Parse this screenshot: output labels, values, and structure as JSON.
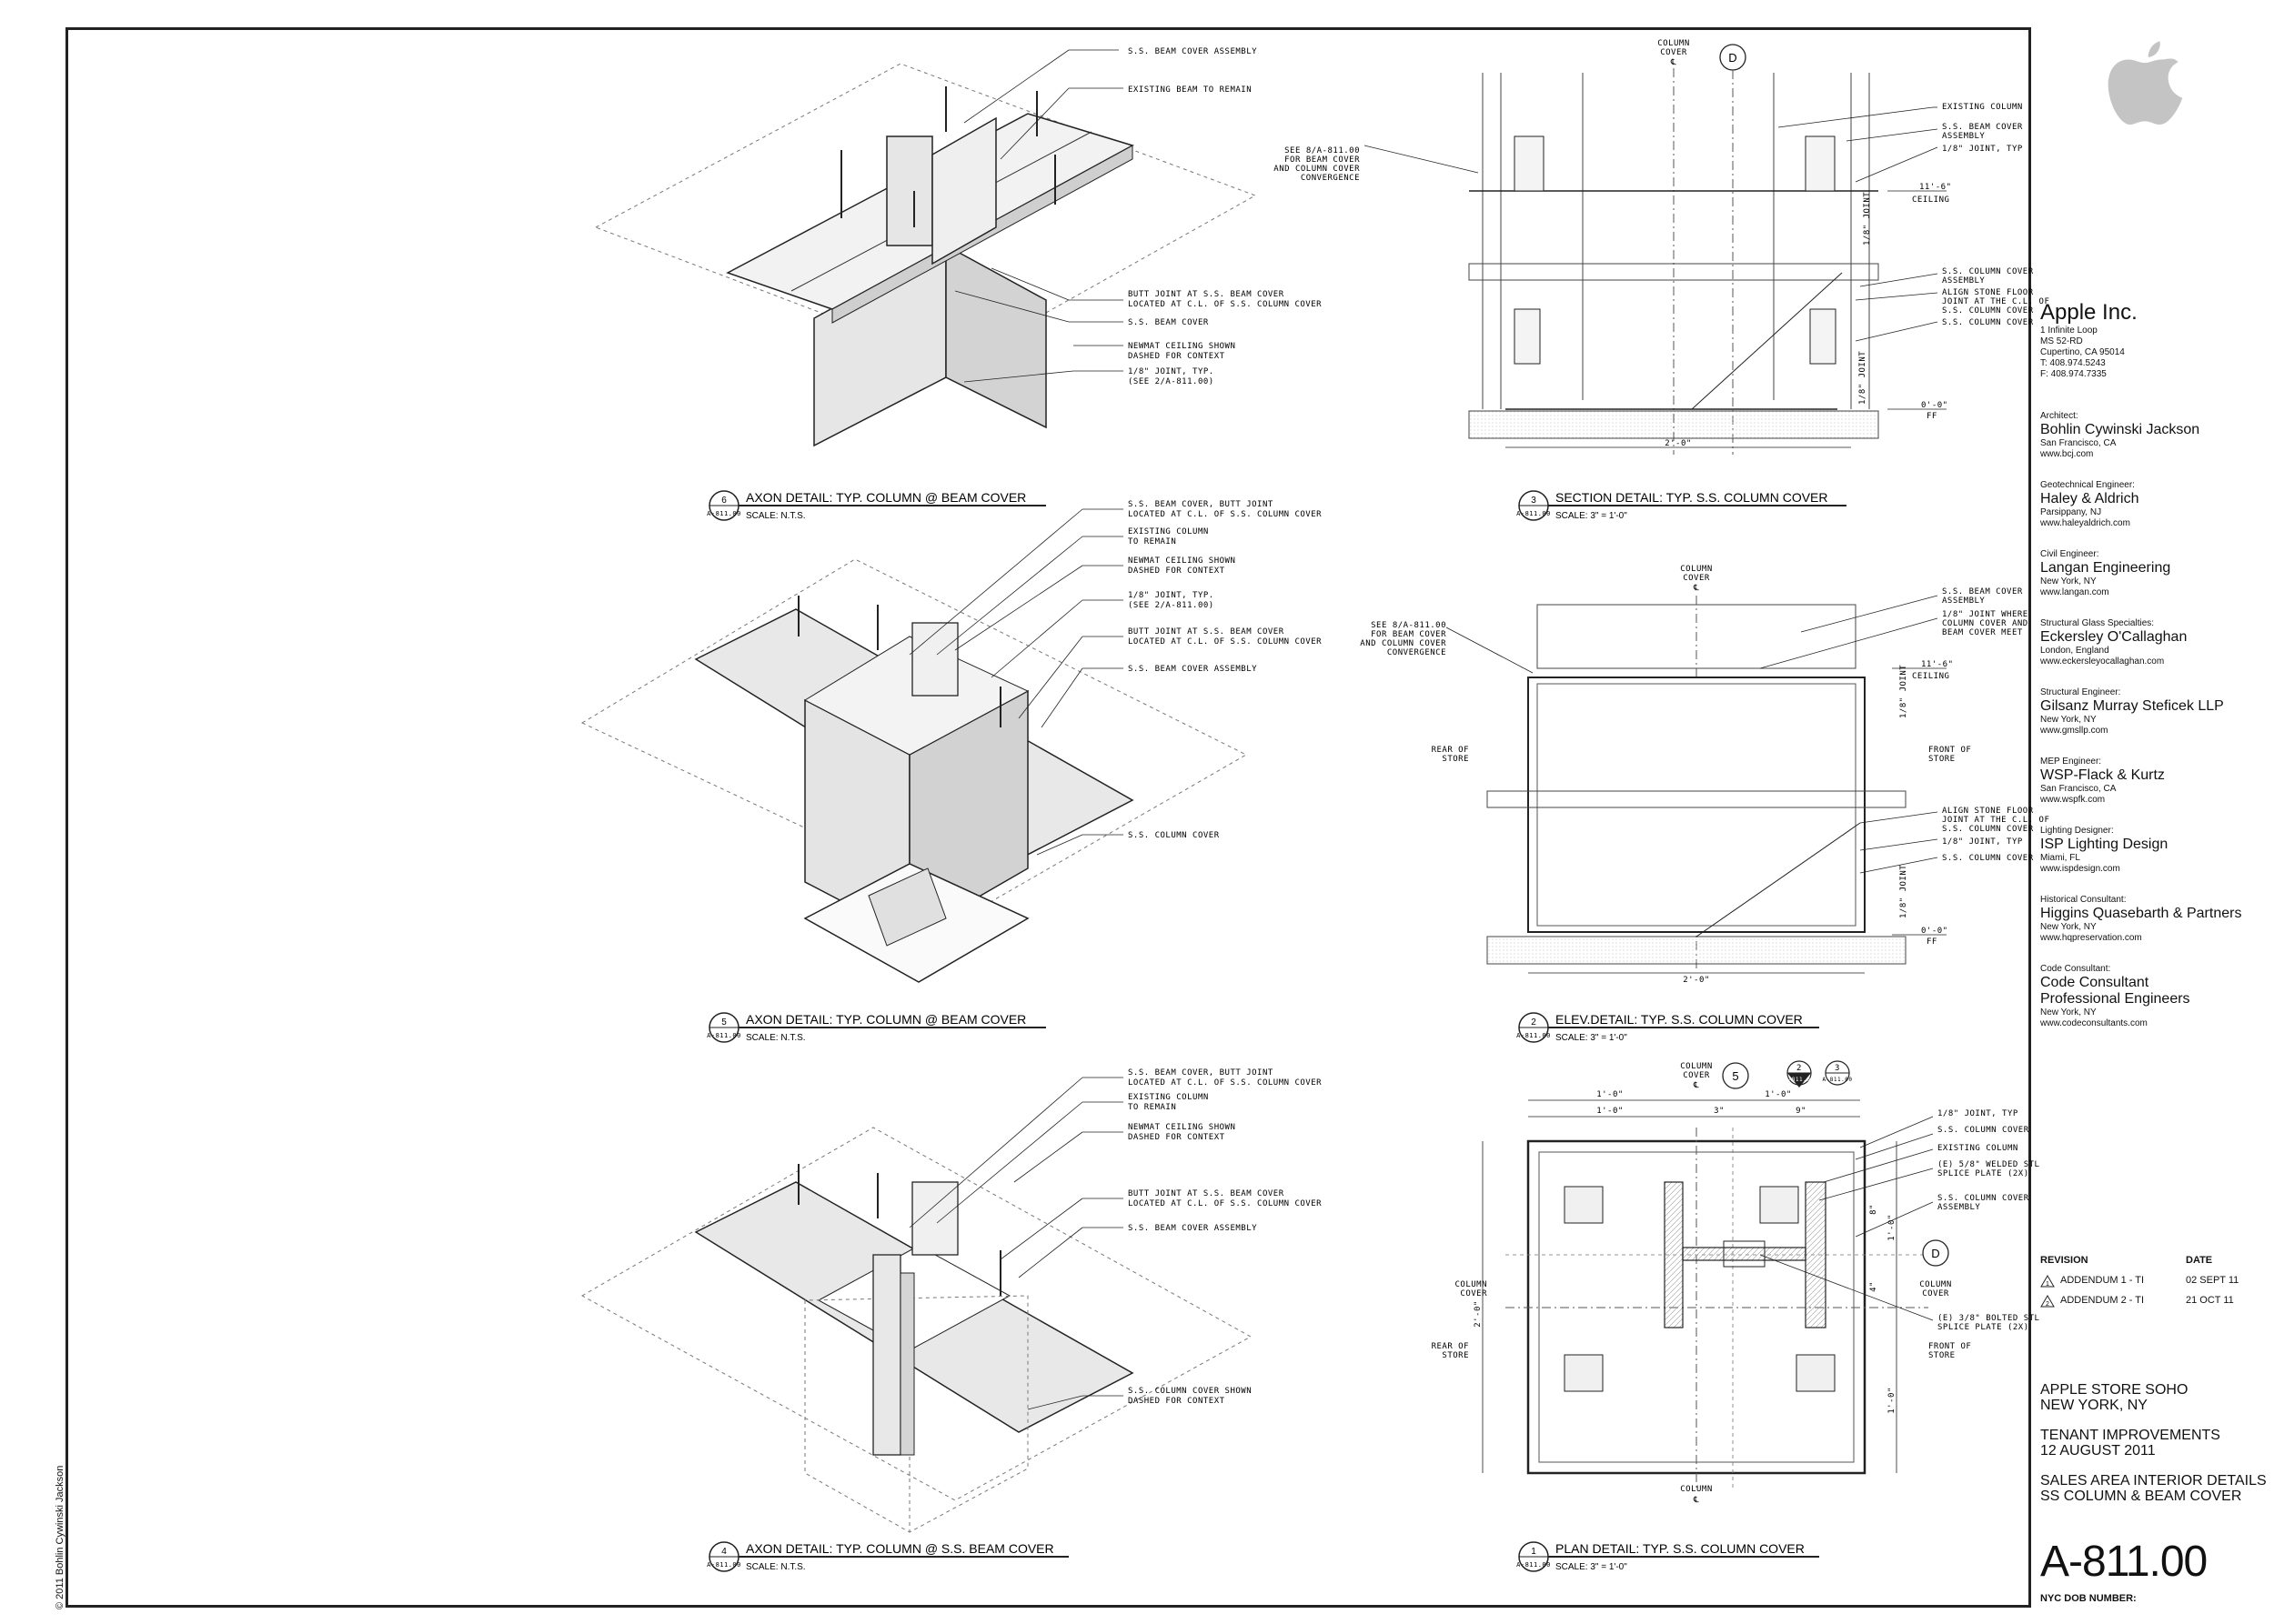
{
  "side_credit": "© 2011 Bohlin Cywinski Jackson",
  "details": [
    {
      "id": "d6",
      "number": "6",
      "ref": "A-811.00",
      "title": "AXON DETAIL: TYP. COLUMN @ BEAM COVER",
      "scale": "SCALE: N.T.S.",
      "callouts": [
        "S.S. BEAM COVER ASSEMBLY",
        "EXISTING BEAM TO REMAIN",
        "BUTT JOINT AT S.S. BEAM COVER",
        "LOCATED AT C.L. OF S.S. COLUMN COVER",
        "S.S. BEAM COVER",
        "NEWMAT CEILING SHOWN",
        "DASHED FOR CONTEXT",
        "1/8\" JOINT, TYP.",
        "(SEE 2/A-811.00)"
      ]
    },
    {
      "id": "d5",
      "number": "5",
      "ref": "A-811.00",
      "title": "AXON DETAIL: TYP. COLUMN @ BEAM COVER",
      "scale": "SCALE: N.T.S.",
      "callouts": [
        "S.S. BEAM COVER, BUTT JOINT",
        "LOCATED AT C.L. OF S.S. COLUMN COVER",
        "EXISTING COLUMN",
        "TO REMAIN",
        "NEWMAT CEILING SHOWN",
        "DASHED FOR CONTEXT",
        "1/8\" JOINT, TYP.",
        "(SEE 2/A-811.00)",
        "BUTT JOINT AT S.S. BEAM COVER",
        "LOCATED AT C.L. OF S.S. COLUMN COVER",
        "S.S. BEAM COVER ASSEMBLY",
        "S.S. COLUMN COVER"
      ]
    },
    {
      "id": "d4",
      "number": "4",
      "ref": "A-811.00",
      "title": "AXON DETAIL: TYP. COLUMN @ S.S. BEAM COVER",
      "scale": "SCALE: N.T.S.",
      "callouts": [
        "S.S. BEAM COVER, BUTT JOINT",
        "LOCATED AT C.L. OF S.S. COLUMN COVER",
        "EXISTING COLUMN",
        "TO REMAIN",
        "NEWMAT CEILING SHOWN",
        "DASHED FOR CONTEXT",
        "BUTT JOINT AT S.S. BEAM COVER",
        "LOCATED AT C.L. OF S.S. COLUMN COVER",
        "S.S. BEAM COVER ASSEMBLY",
        "S.S. COLUMN COVER SHOWN",
        "DASHED FOR CONTEXT"
      ]
    },
    {
      "id": "d3",
      "number": "3",
      "ref": "A-811.00",
      "title": "SECTION DETAIL: TYP. S.S. COLUMN COVER",
      "scale": "SCALE: 3\" = 1'-0\"",
      "column_cover": [
        "COLUMN",
        "COVER"
      ],
      "grid": "D",
      "see_note": [
        "SEE 8/A-811.00",
        "FOR BEAM COVER",
        "AND COLUMN COVER",
        "CONVERGENCE"
      ],
      "callouts": [
        "EXISTING COLUMN",
        "S.S. BEAM COVER",
        "ASSEMBLY",
        "1/8\" JOINT, TYP",
        "S.S. COLUMN COVER",
        "ASSEMBLY",
        "ALIGN STONE FLOOR",
        "JOINT AT THE C.L. OF",
        "S.S. COLUMN COVER",
        "S.S. COLUMN COVER"
      ],
      "ceiling": [
        "11'-6\"",
        "CEILING"
      ],
      "ff": [
        "0'-0\"",
        "FF"
      ],
      "joint": "1/8\" JOINT",
      "width": "2'-0\""
    },
    {
      "id": "d2",
      "number": "2",
      "ref": "A-811.00",
      "title": "ELEV.DETAIL: TYP. S.S. COLUMN COVER",
      "scale": "SCALE: 3\" = 1'-0\"",
      "column_cover": [
        "COLUMN",
        "COVER"
      ],
      "see_note": [
        "SEE 8/A-811.00",
        "FOR BEAM COVER",
        "AND COLUMN COVER",
        "CONVERGENCE"
      ],
      "rear": [
        "REAR OF",
        "STORE"
      ],
      "front": [
        "FRONT OF",
        "STORE"
      ],
      "callouts": [
        "S.S. BEAM COVER",
        "ASSEMBLY",
        "1/8\" JOINT WHERE",
        "COLUMN COVER AND",
        "BEAM COVER MEET",
        "ALIGN STONE FLOOR",
        "JOINT AT THE C.L. OF",
        "S.S. COLUMN COVER",
        "1/8\" JOINT, TYP",
        "S.S. COLUMN COVER"
      ],
      "ceiling": [
        "11'-6\"",
        "CEILING"
      ],
      "ff": [
        "0'-0\"",
        "FF"
      ],
      "joint": "1/8\" JOINT",
      "width": "2'-0\""
    },
    {
      "id": "d1",
      "number": "1",
      "ref": "A-811.00",
      "title": "PLAN DETAIL: TYP. S.S. COLUMN COVER",
      "scale": "SCALE: 3\" = 1'-0\"",
      "column_cover": [
        "COLUMN",
        "COVER"
      ],
      "grid_top": "5",
      "grid_side": "D",
      "section_tags": [
        {
          "num": "2",
          "ref": "A-811.00"
        },
        {
          "num": "3",
          "ref": "A-811.00"
        }
      ],
      "dims_top": [
        "1'-0\"",
        "1'-0\"",
        "1'-0\"",
        "3\"",
        "9\""
      ],
      "dims_side": [
        "2'-0\"",
        "1'-0\"",
        "1'-0\"",
        "8\"",
        "4\""
      ],
      "column": [
        "COLUMN"
      ],
      "column_cover_side": [
        "COLUMN",
        "COVER"
      ],
      "rear": [
        "REAR OF",
        "STORE"
      ],
      "front": [
        "FRONT OF",
        "STORE"
      ],
      "callouts": [
        "1/8\" JOINT, TYP",
        "S.S. COLUMN COVER",
        "EXISTING COLUMN",
        "(E) 5/8\" WELDED STL",
        "SPLICE PLATE (2X)",
        "S.S. COLUMN COVER",
        "ASSEMBLY",
        "(E) 3/8\" BOLTED STL",
        "SPLICE PLATE (2X)"
      ]
    }
  ],
  "title_block": {
    "client": "Apple Inc.",
    "client_address": [
      "1 Infinite Loop",
      "MS 52-RD",
      "Cupertino, CA 95014",
      "T: 408.974.5243",
      "F: 408.974.7335"
    ],
    "consultants": [
      {
        "role": "Architect:",
        "firm": "Bohlin Cywinski Jackson",
        "lines": [
          "San Francisco, CA",
          "www.bcj.com"
        ]
      },
      {
        "role": "Geotechnical Engineer:",
        "firm": "Haley & Aldrich",
        "lines": [
          "Parsippany, NJ",
          "www.haleyaldrich.com"
        ]
      },
      {
        "role": "Civil Engineer:",
        "firm": "Langan Engineering",
        "lines": [
          "New York, NY",
          "www.langan.com"
        ]
      },
      {
        "role": "Structural Glass Specialties:",
        "firm": "Eckersley O'Callaghan",
        "lines": [
          "London, England",
          "www.eckersleyocallaghan.com"
        ]
      },
      {
        "role": "Structural Engineer:",
        "firm": "Gilsanz Murray Steficek LLP",
        "lines": [
          "New York, NY",
          "www.gmsllp.com"
        ]
      },
      {
        "role": "MEP Engineer:",
        "firm": "WSP-Flack & Kurtz",
        "lines": [
          "San Francisco, CA",
          "www.wspfk.com"
        ]
      },
      {
        "role": "Lighting Designer:",
        "firm": "ISP Lighting Design",
        "lines": [
          "Miami, FL",
          "www.ispdesign.com"
        ]
      },
      {
        "role": "Historical Consultant:",
        "firm": "Higgins Quasebarth & Partners",
        "lines": [
          "New York, NY",
          "www.hqpreservation.com"
        ]
      },
      {
        "role": "Code Consultant:",
        "firm": "Code Consultant Professional Engineers",
        "lines": [
          "New York, NY",
          "www.codeconsultants.com"
        ]
      }
    ],
    "revision_header": "REVISION",
    "date_header": "DATE",
    "revisions": [
      {
        "tag": "1",
        "label": "ADDENDUM 1 - TI",
        "date": "02 SEPT 11"
      },
      {
        "tag": "2",
        "label": "ADDENDUM 2 - TI",
        "date": "21 OCT 11"
      }
    ],
    "project": [
      "APPLE STORE SOHO",
      "NEW YORK, NY"
    ],
    "phase": [
      "TENANT IMPROVEMENTS",
      "12 AUGUST 2011"
    ],
    "sheet_title": [
      "SALES AREA INTERIOR DETAILS",
      "SS COLUMN & BEAM COVER"
    ],
    "sheet_number": "A-811.00",
    "dob": "NYC DOB NUMBER:"
  }
}
